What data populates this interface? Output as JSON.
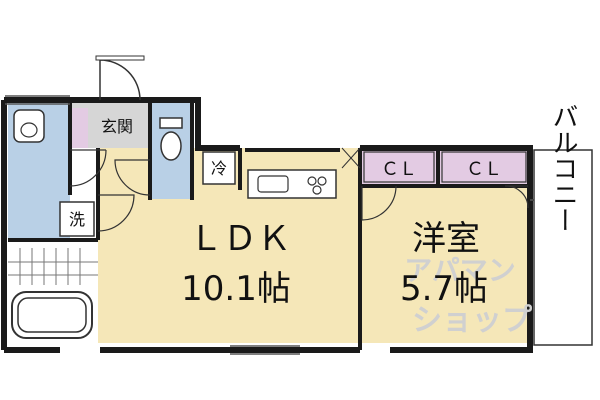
{
  "rooms": {
    "entrance": {
      "label": "玄関"
    },
    "fridge": {
      "label": "冷"
    },
    "washer": {
      "label": "洗"
    },
    "ldk": {
      "name": "ＬＤＫ",
      "size": "10.1帖"
    },
    "western": {
      "name": "洋室",
      "size": "5.7帖"
    },
    "closet_left": {
      "label": "ＣＬ"
    },
    "closet_right": {
      "label": "ＣＬ"
    },
    "balcony": {
      "label": "バルコニー"
    }
  },
  "watermark": {
    "line1": "アパマン",
    "line2": "ショップ"
  },
  "colors": {
    "ldk_floor": "#f5e7b8",
    "wet_area": "#b9d0e6",
    "closet": "#e3cbe3",
    "entrance": "#d6d6d6",
    "wall": "#1a1a1a"
  }
}
